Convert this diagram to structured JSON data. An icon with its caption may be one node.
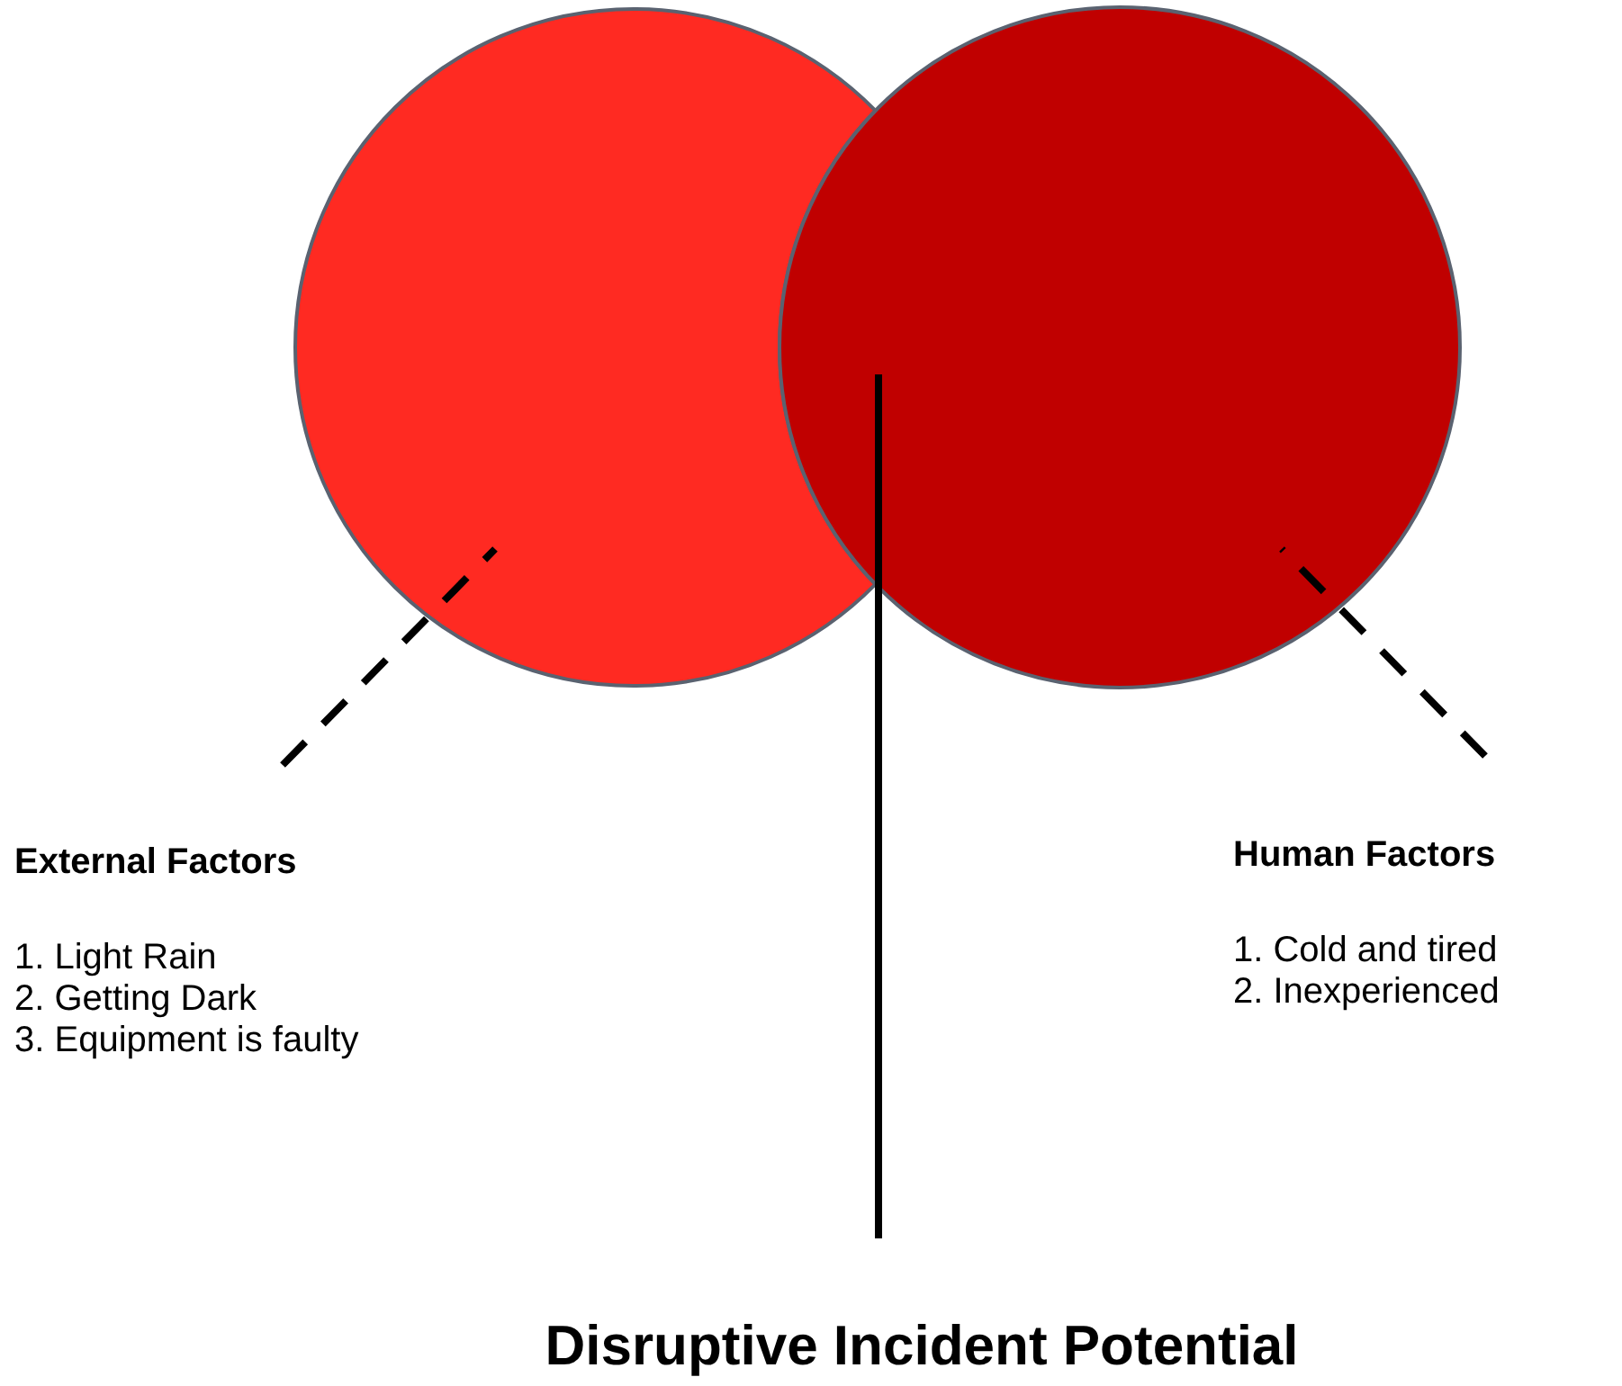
{
  "diagram": {
    "nodes": [
      {
        "text": [],
        "shape": "circle"
      },
      {
        "text": [],
        "shape": "circle"
      },
      {
        "text": [
          "External Factors",
          "1. Light Rain",
          "2. Getting Dark",
          "3. Equipment is faulty"
        ]
      },
      {
        "text": [
          "Human Factors",
          "1. Cold and tired",
          "2. Inexperienced"
        ]
      },
      {
        "text": [
          "Disruptive Incident Potential"
        ]
      }
    ],
    "edges": [
      {
        "from": 2,
        "to": 0,
        "arrow": "none",
        "style": "dashed"
      },
      {
        "from": 3,
        "to": 1,
        "arrow": "none",
        "style": "dashed"
      },
      {
        "from": 4,
        "to": 1,
        "arrow": "none"
      }
    ]
  }
}
